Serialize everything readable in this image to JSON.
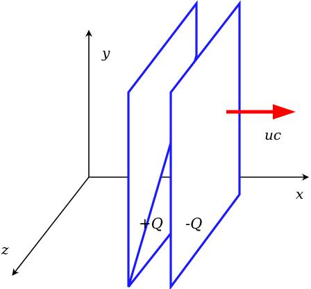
{
  "labels": {
    "y_axis": "y",
    "x_axis": "x",
    "z_axis": "z",
    "plate_positive": "+Q",
    "plate_negative": "-Q",
    "velocity": "uc"
  },
  "colors": {
    "axes": "#000000",
    "plates": "#1a1aff",
    "velocity_arrow": "#ff0000",
    "text": "#000000"
  }
}
